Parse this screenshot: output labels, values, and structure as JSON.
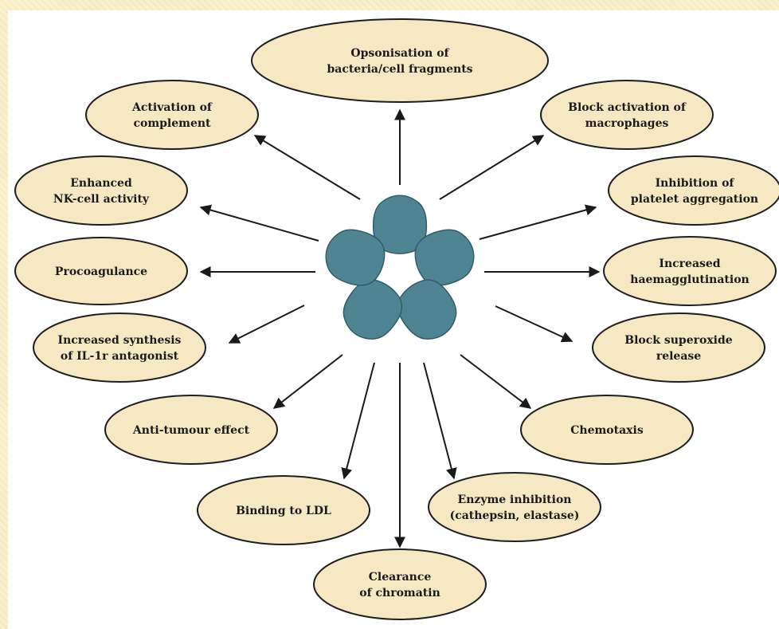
{
  "diagram": {
    "center": {
      "name": "pentraxin-pentamer",
      "color": "#4f8492",
      "stroke": "#2f5d68"
    },
    "node_fill": "#f7e8c4",
    "node_stroke": "#1f1f1f",
    "arrow_color": "#1a1a1a",
    "nodes": [
      {
        "id": "opsonisation",
        "lines": [
          "Opsonisation of",
          "bacteria/cell fragments"
        ]
      },
      {
        "id": "activation-of-complement",
        "lines": [
          "Activation of",
          "complement"
        ]
      },
      {
        "id": "block-activation-of-macrophages",
        "lines": [
          "Block activation of",
          "macrophages"
        ]
      },
      {
        "id": "enhanced-nk-cell-activity",
        "lines": [
          "Enhanced",
          "NK-cell activity"
        ]
      },
      {
        "id": "inhibition-of-platelet-aggregation",
        "lines": [
          "Inhibition of",
          "platelet aggregation"
        ]
      },
      {
        "id": "procoagulance",
        "lines": [
          "Procoagulance"
        ]
      },
      {
        "id": "increased-haemagglutination",
        "lines": [
          "Increased",
          "haemagglutination"
        ]
      },
      {
        "id": "increased-synthesis-il1r",
        "lines": [
          "Increased synthesis",
          "of IL-1r antagonist"
        ]
      },
      {
        "id": "block-superoxide-release",
        "lines": [
          "Block superoxide",
          "release"
        ]
      },
      {
        "id": "anti-tumour-effect",
        "lines": [
          "Anti-tumour effect"
        ]
      },
      {
        "id": "chemotaxis",
        "lines": [
          "Chemotaxis"
        ]
      },
      {
        "id": "binding-to-ldl",
        "lines": [
          "Binding to LDL"
        ]
      },
      {
        "id": "enzyme-inhibition",
        "lines": [
          "Enzyme inhibition",
          "(cathepsin, elastase)"
        ]
      },
      {
        "id": "clearance-of-chromatin",
        "lines": [
          "Clearance",
          "of chromatin"
        ]
      }
    ]
  }
}
